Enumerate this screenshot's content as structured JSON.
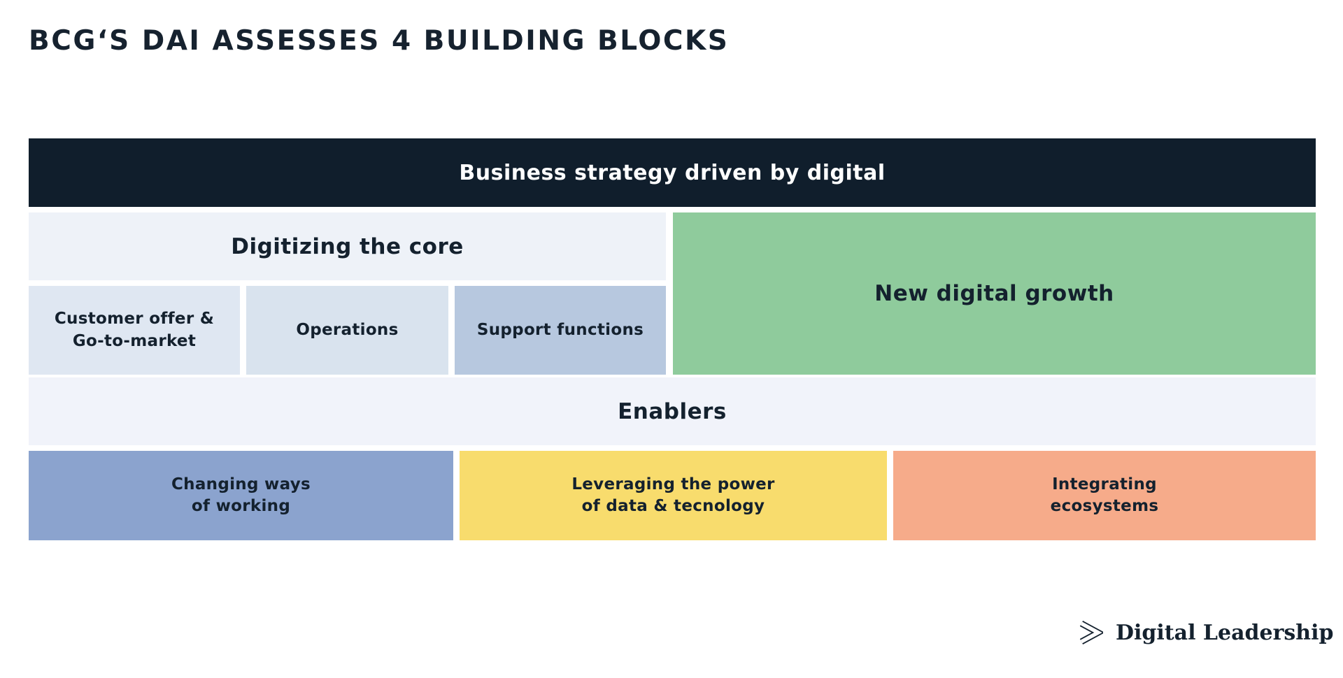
{
  "title": "BCG‘S DAI ASSESSES 4 BUILDING BLOCKS",
  "colors": {
    "page_bg": "#FFFFFF",
    "title_text": "#16222F",
    "block_text_dark": "#14212E",
    "block_text_light": "#FFFFFF",
    "strategy_bg": "#101E2C",
    "digitizing_bg": "#EEF2F8",
    "customer_offer_bg": "#DFE7F2",
    "operations_bg": "#D9E3EE",
    "support_functions_bg": "#B7C8DF",
    "new_digital_growth_bg": "#8FCB9C",
    "enablers_bg": "#F1F3FA",
    "changing_ways_bg": "#8BA3CE",
    "leveraging_bg": "#F8DC6D",
    "integrating_bg": "#F6AB8A",
    "logo_navy": "#14212E"
  },
  "diagram": {
    "strategy": {
      "label": "Business strategy driven by digital"
    },
    "digitizing": {
      "label": "Digitizing the core"
    },
    "sub_blocks": [
      {
        "id": "customer-offer-go-to-market",
        "label": "Customer offer &\nGo-to-market"
      },
      {
        "id": "operations",
        "label": "Operations"
      },
      {
        "id": "support-functions",
        "label": "Support functions"
      }
    ],
    "new_digital_growth": {
      "label": "New digital growth"
    },
    "enablers": {
      "label": "Enablers"
    },
    "enabler_blocks": [
      {
        "id": "changing-ways-of-working",
        "label": "Changing ways\nof working"
      },
      {
        "id": "leveraging-data-technology",
        "label": "Leveraging the power\nof data & tecnology"
      },
      {
        "id": "integrating-ecosystems",
        "label": "Integrating\necosystems"
      }
    ]
  },
  "logo": {
    "icon": "chevron-right-icon",
    "label": "Digital Leadership"
  }
}
